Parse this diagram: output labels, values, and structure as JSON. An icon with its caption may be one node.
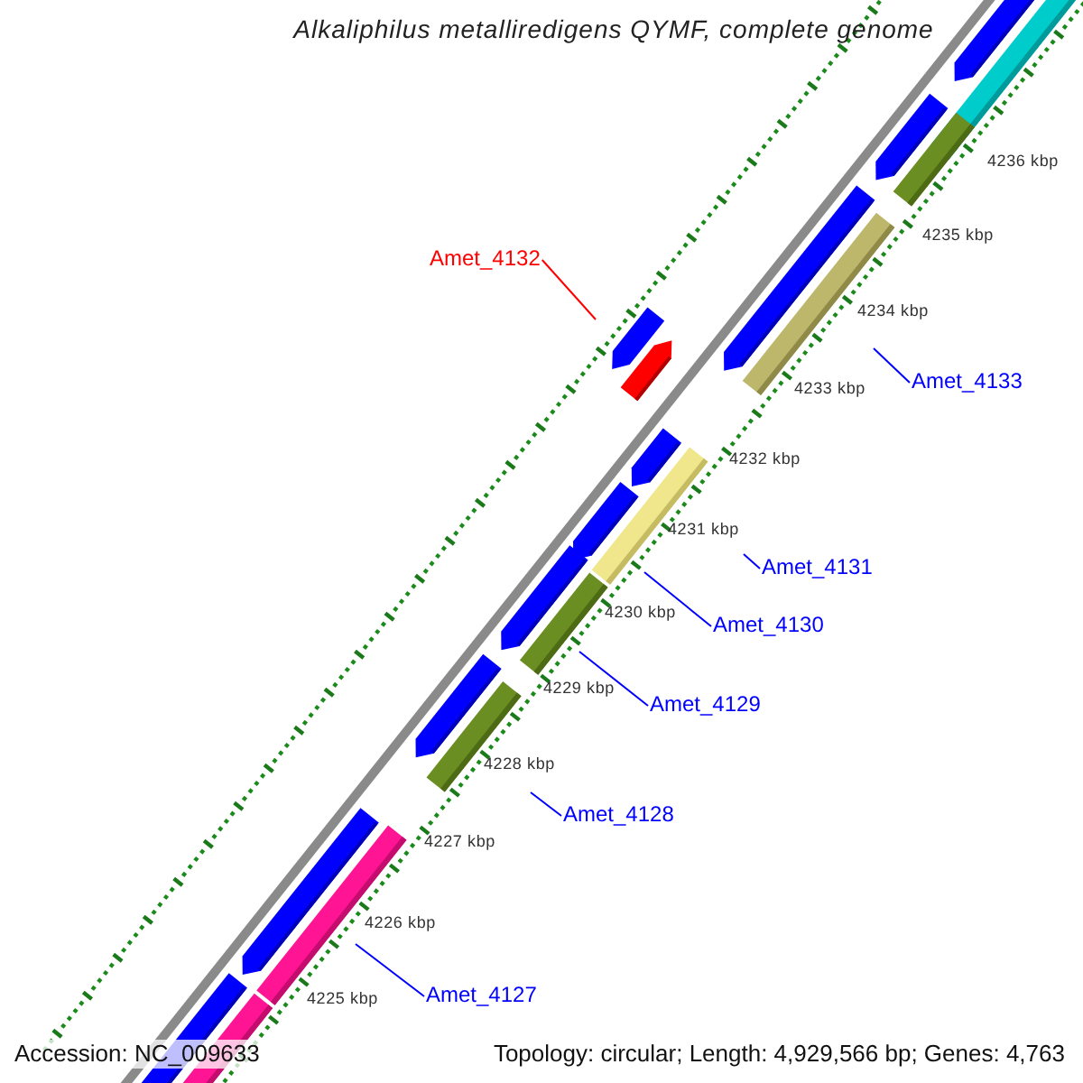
{
  "diagram": {
    "title": "Alkaliphilus metalliredigens QYMF, complete genome",
    "nodes": [
      {
        "text": [
          "Amet_4132"
        ]
      },
      {
        "text": [
          "Amet_4133"
        ]
      },
      {
        "text": [
          "Amet_4131"
        ]
      },
      {
        "text": [
          "Amet_4130"
        ]
      },
      {
        "text": [
          "Amet_4129"
        ]
      },
      {
        "text": [
          "Amet_4128"
        ]
      },
      {
        "text": [
          "Amet_4127"
        ]
      }
    ],
    "edges": [
      {
        "from": 0,
        "to": null,
        "arrow": "none",
        "color": "#ff0000"
      },
      {
        "from": 1,
        "to": null,
        "arrow": "none"
      },
      {
        "from": 2,
        "to": null,
        "arrow": "none"
      },
      {
        "from": 3,
        "to": null,
        "arrow": "none"
      },
      {
        "from": 4,
        "to": null,
        "arrow": "none"
      },
      {
        "from": 5,
        "to": null,
        "arrow": "none"
      },
      {
        "from": 6,
        "to": null,
        "arrow": "none"
      }
    ],
    "labels": [
      "4236 kbp",
      "4235 kbp",
      "4234 kbp",
      "4233 kbp",
      "4232 kbp",
      "4231 kbp",
      "4230 kbp",
      "4229 kbp",
      "4228 kbp",
      "4227 kbp",
      "4226 kbp",
      "4225 kbp",
      "Accession: NC_009633",
      "Topology: circular; Length: 4,929,566 bp; Genes: 4,763"
    ]
  }
}
